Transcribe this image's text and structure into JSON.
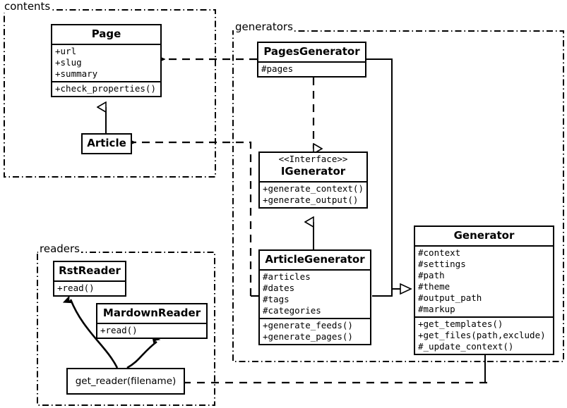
{
  "diagram": {
    "title": "Pelican architecture UML class diagram",
    "stroke_color": "#000000",
    "background": "#ffffff"
  },
  "packages": [
    {
      "name": "contents",
      "label": "contents"
    },
    {
      "name": "generators",
      "label": "generators"
    },
    {
      "name": "readers",
      "label": "readers"
    }
  ],
  "classes": {
    "page": {
      "name": "Page",
      "attributes": [
        "+url",
        "+slug",
        "+summary"
      ],
      "methods": [
        "+check_properties()"
      ]
    },
    "article": {
      "name": "Article",
      "attributes": [],
      "methods": []
    },
    "pages_generator": {
      "name": "PagesGenerator",
      "attributes": [
        "#pages"
      ],
      "methods": []
    },
    "igenerator": {
      "stereotype": "<<Interface>>",
      "name": "IGenerator",
      "attributes": [],
      "methods": [
        "+generate_context()",
        "+generate_output()"
      ]
    },
    "article_generator": {
      "name": "ArticleGenerator",
      "attributes": [
        "#articles",
        "#dates",
        "#tags",
        "#categories"
      ],
      "methods": [
        "+generate_feeds()",
        "+generate_pages()"
      ]
    },
    "generator": {
      "name": "Generator",
      "attributes": [
        "#context",
        "#settings",
        "#path",
        "#theme",
        "#output_path",
        "#markup"
      ],
      "methods": [
        "+get_templates()",
        "+get_files(path,exclude)",
        "#_update_context()"
      ]
    },
    "rst_reader": {
      "name": "RstReader",
      "attributes": [],
      "methods": [
        "+read()"
      ]
    },
    "mardown_reader": {
      "name": "MardownReader",
      "attributes": [],
      "methods": [
        "+read()"
      ]
    },
    "get_reader": {
      "name": "get_reader(filename)"
    }
  },
  "relations": [
    {
      "name": "article-inherits-page",
      "type": "generalization",
      "from": "Article",
      "to": "Page"
    },
    {
      "name": "pagesgenerator-uses-page",
      "type": "dependency",
      "from": "PagesGenerator",
      "to": "Page"
    },
    {
      "name": "articlegenerator-uses-article",
      "type": "dependency",
      "from": "ArticleGenerator",
      "to": "Article"
    },
    {
      "name": "pagesgenerator-realizes-igenerator",
      "type": "realization",
      "from": "PagesGenerator",
      "to": "IGenerator"
    },
    {
      "name": "articlegenerator-realizes-igenerator",
      "type": "realization",
      "from": "ArticleGenerator",
      "to": "IGenerator"
    },
    {
      "name": "pagesgenerator-inherits-generator",
      "type": "generalization",
      "from": "PagesGenerator",
      "to": "Generator"
    },
    {
      "name": "articlegenerator-inherits-generator",
      "type": "generalization",
      "from": "ArticleGenerator",
      "to": "Generator"
    },
    {
      "name": "generator-uses-getreader",
      "type": "dependency",
      "from": "Generator",
      "to": "get_reader(filename)"
    },
    {
      "name": "getreader-returns-rstreader",
      "type": "flow",
      "from": "get_reader(filename)",
      "to": "RstReader"
    },
    {
      "name": "getreader-returns-mardownreader",
      "type": "flow",
      "from": "get_reader(filename)",
      "to": "MardownReader"
    }
  ]
}
